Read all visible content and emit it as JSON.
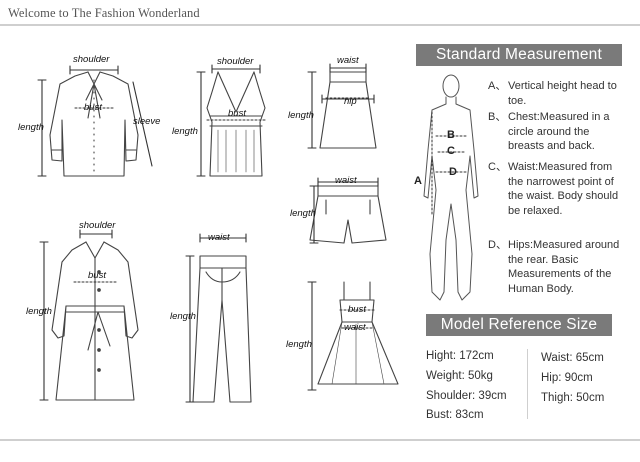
{
  "header": {
    "title": "Welcome to The Fashion Wonderland"
  },
  "garments": {
    "shirt": {
      "shoulder": "shoulder",
      "bust": "bust",
      "sleeve": "sleeve",
      "length": "length"
    },
    "vest": {
      "shoulder": "shoulder",
      "bust": "bust",
      "length": "length"
    },
    "skirt": {
      "waist": "waist",
      "hip": "hip",
      "length": "length"
    },
    "shorts": {
      "waist": "waist",
      "length": "length"
    },
    "coat": {
      "shoulder": "shoulder",
      "bust": "bust",
      "length": "length"
    },
    "pants": {
      "waist": "waist",
      "length": "length"
    },
    "dress": {
      "bust": "bust",
      "waist": "waist",
      "length": "length"
    }
  },
  "standard": {
    "title": "Standard Measurement",
    "figure_labels": {
      "a": "A",
      "b": "B",
      "c": "C",
      "d": "D"
    },
    "items": [
      {
        "key": "A、",
        "text": "Vertical height head to toe."
      },
      {
        "key": "B、",
        "text": "Chest:Measured in a circle around the breasts and back."
      },
      {
        "key": "C、",
        "text": "Waist:Measured from the narrowest point of the waist. Body should be relaxed."
      },
      {
        "key": "D、",
        "text": "Hips:Measured around the rear. Basic Measurements of the Human Body."
      }
    ]
  },
  "model": {
    "title": "Model Reference Size",
    "left": [
      "Hight: 172cm",
      "Weight: 50kg",
      "Shoulder: 39cm",
      "Bust: 83cm"
    ],
    "right": [
      "Waist: 65cm",
      "Hip: 90cm",
      "Thigh: 50cm"
    ]
  },
  "colors": {
    "banner": "#7a7a7a",
    "rule": "#cfcfcf",
    "line": "#444444"
  }
}
